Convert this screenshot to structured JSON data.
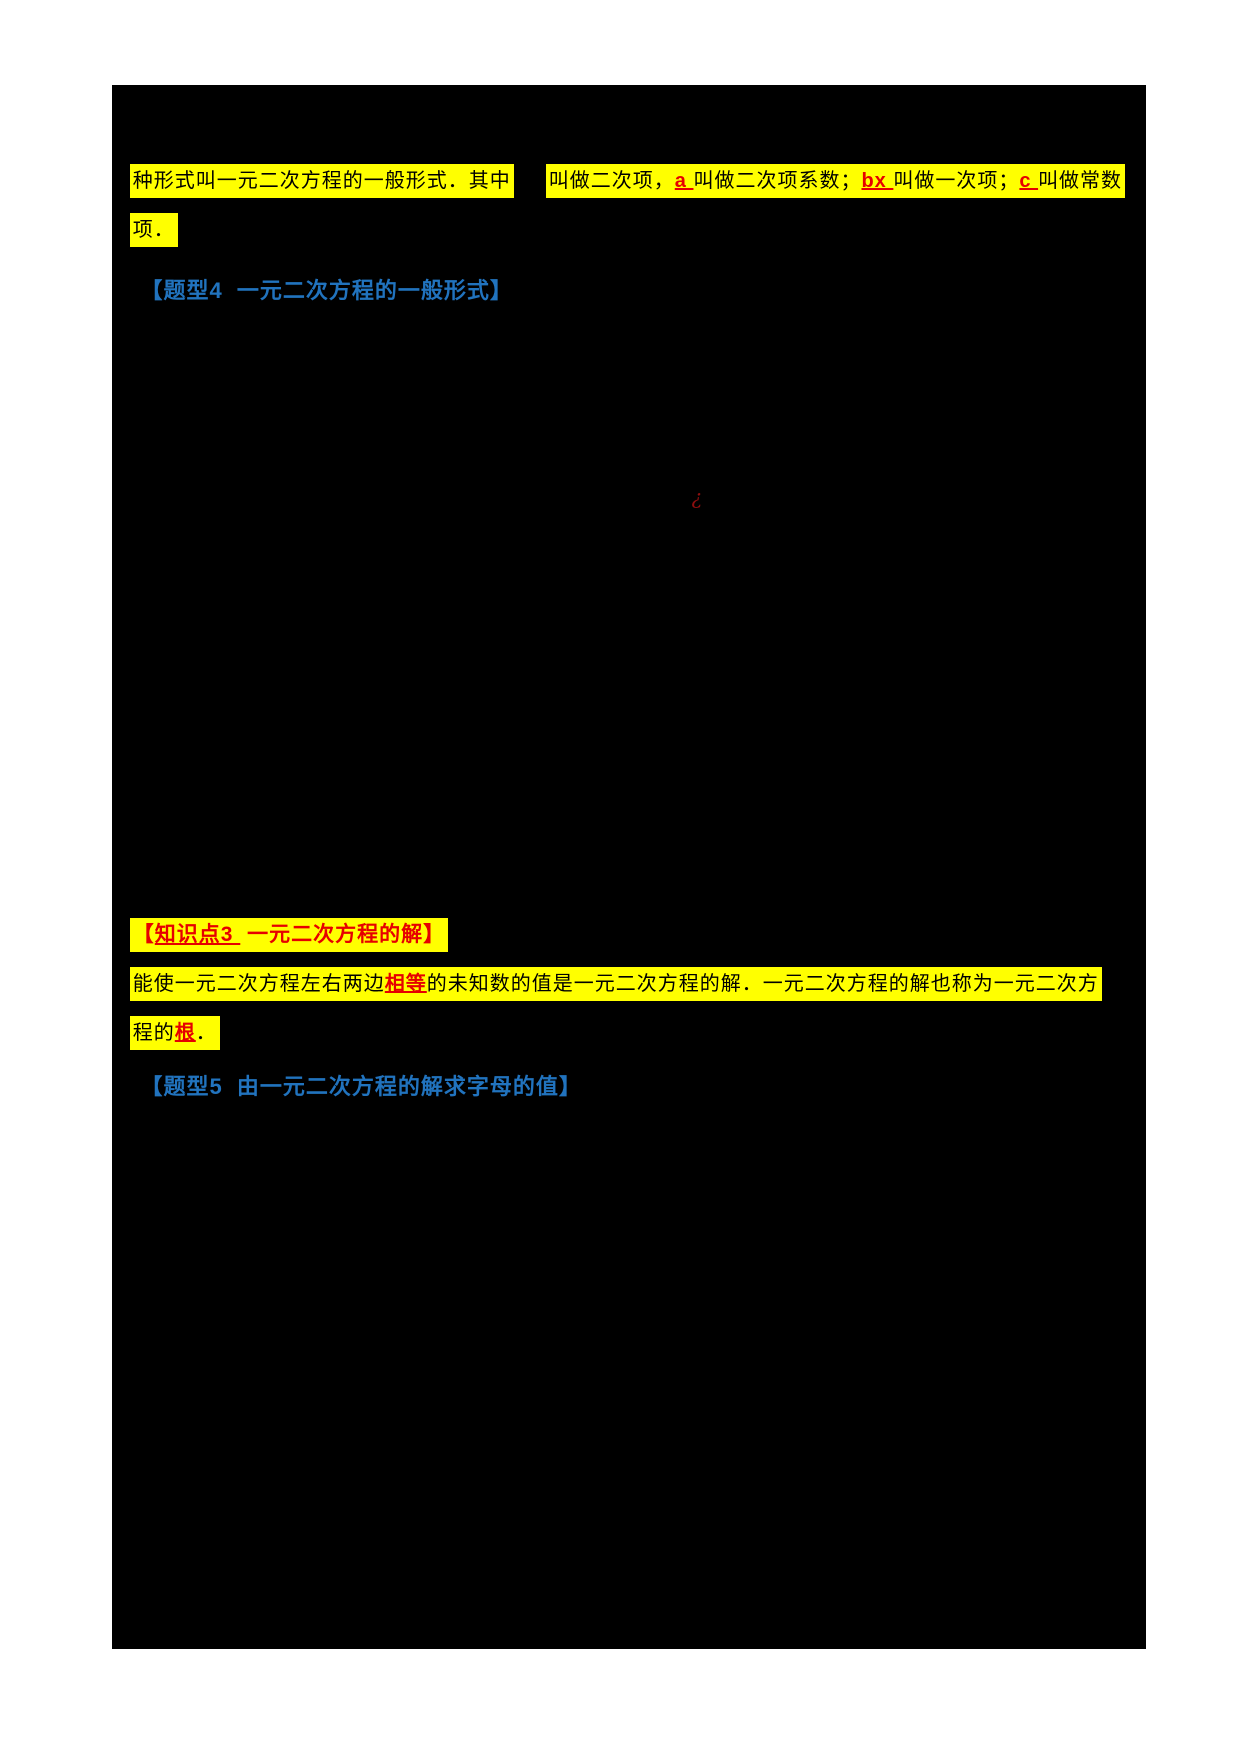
{
  "colors": {
    "page_white": "#ffffff",
    "canvas_black": "#000000",
    "highlight_yellow": "#ffff00",
    "body_text_black": "#000000",
    "emphasis_red": "#e60000",
    "heading_blue": "#2173be",
    "broken_mark_red": "#8e0e0e"
  },
  "document": {
    "para_general_form": {
      "line1_seg1": "种形式叫一元二次方程的一般形式．其中",
      "line1_run1": "叫做二次项，",
      "line1_em1": "a ",
      "line1_run2": "叫做二次项系数；",
      "line1_em2": "bx ",
      "line1_run3": "叫做一次项；",
      "line1_em3": "c ",
      "line1_run4": "叫做常数",
      "line2": "项．"
    },
    "heading_topic4": "【题型4  一元二次方程的一般形式】",
    "broken_formula_mark": "¿",
    "heading_kp3": {
      "open": "【",
      "underlined": "知识点3 ",
      "rest": " 一元二次方程的解】"
    },
    "para_solution": {
      "line1_run1": "能使一元二次方程左右两边",
      "line1_em": "相等",
      "line1_run2": "的未知数的值是一元二次方程的解．一元二次方程的解也称为一元二次方",
      "line2_run1": "程的",
      "line2_em": "根",
      "line2_run2": "．"
    },
    "heading_topic5": "【题型5  由一元二次方程的解求字母的值】"
  }
}
